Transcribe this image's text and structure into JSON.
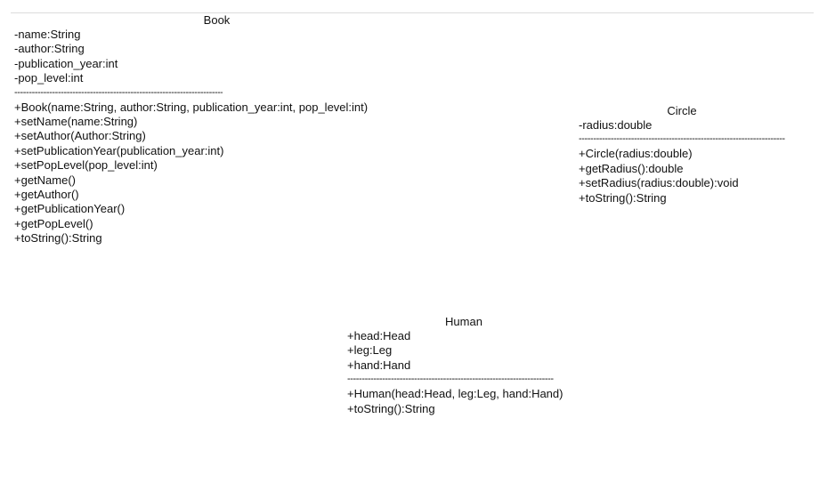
{
  "classes": [
    {
      "name": "Book",
      "attributes": [
        "-name:String",
        "-author:String",
        "-publication_year:int",
        "-pop_level:int"
      ],
      "separator": "------------------------------------------------------------------------",
      "methods": [
        "+Book(name:String, author:String, publication_year:int, pop_level:int)",
        "+setName(name:String)",
        "+setAuthor(Author:String)",
        "+setPublicationYear(publication_year:int)",
        "+setPopLevel(pop_level:int)",
        "+getName()",
        "+getAuthor()",
        "+getPublicationYear()",
        "+getPopLevel()",
        "+toString():String"
      ]
    },
    {
      "name": "Circle",
      "attributes": [
        "-radius:double"
      ],
      "separator": "------------------------------------------------------------------------",
      "methods": [
        "+Circle(radius:double)",
        "+getRadius():double",
        "+setRadius(radius:double):void",
        "+toString():String"
      ]
    },
    {
      "name": "Human",
      "attributes": [
        "+head:Head",
        "+leg:Leg",
        "+hand:Hand"
      ],
      "separator": "------------------------------------------------------------------------",
      "methods": [
        "+Human(head:Head, leg:Leg, hand:Hand)",
        "+toString():String"
      ]
    }
  ]
}
